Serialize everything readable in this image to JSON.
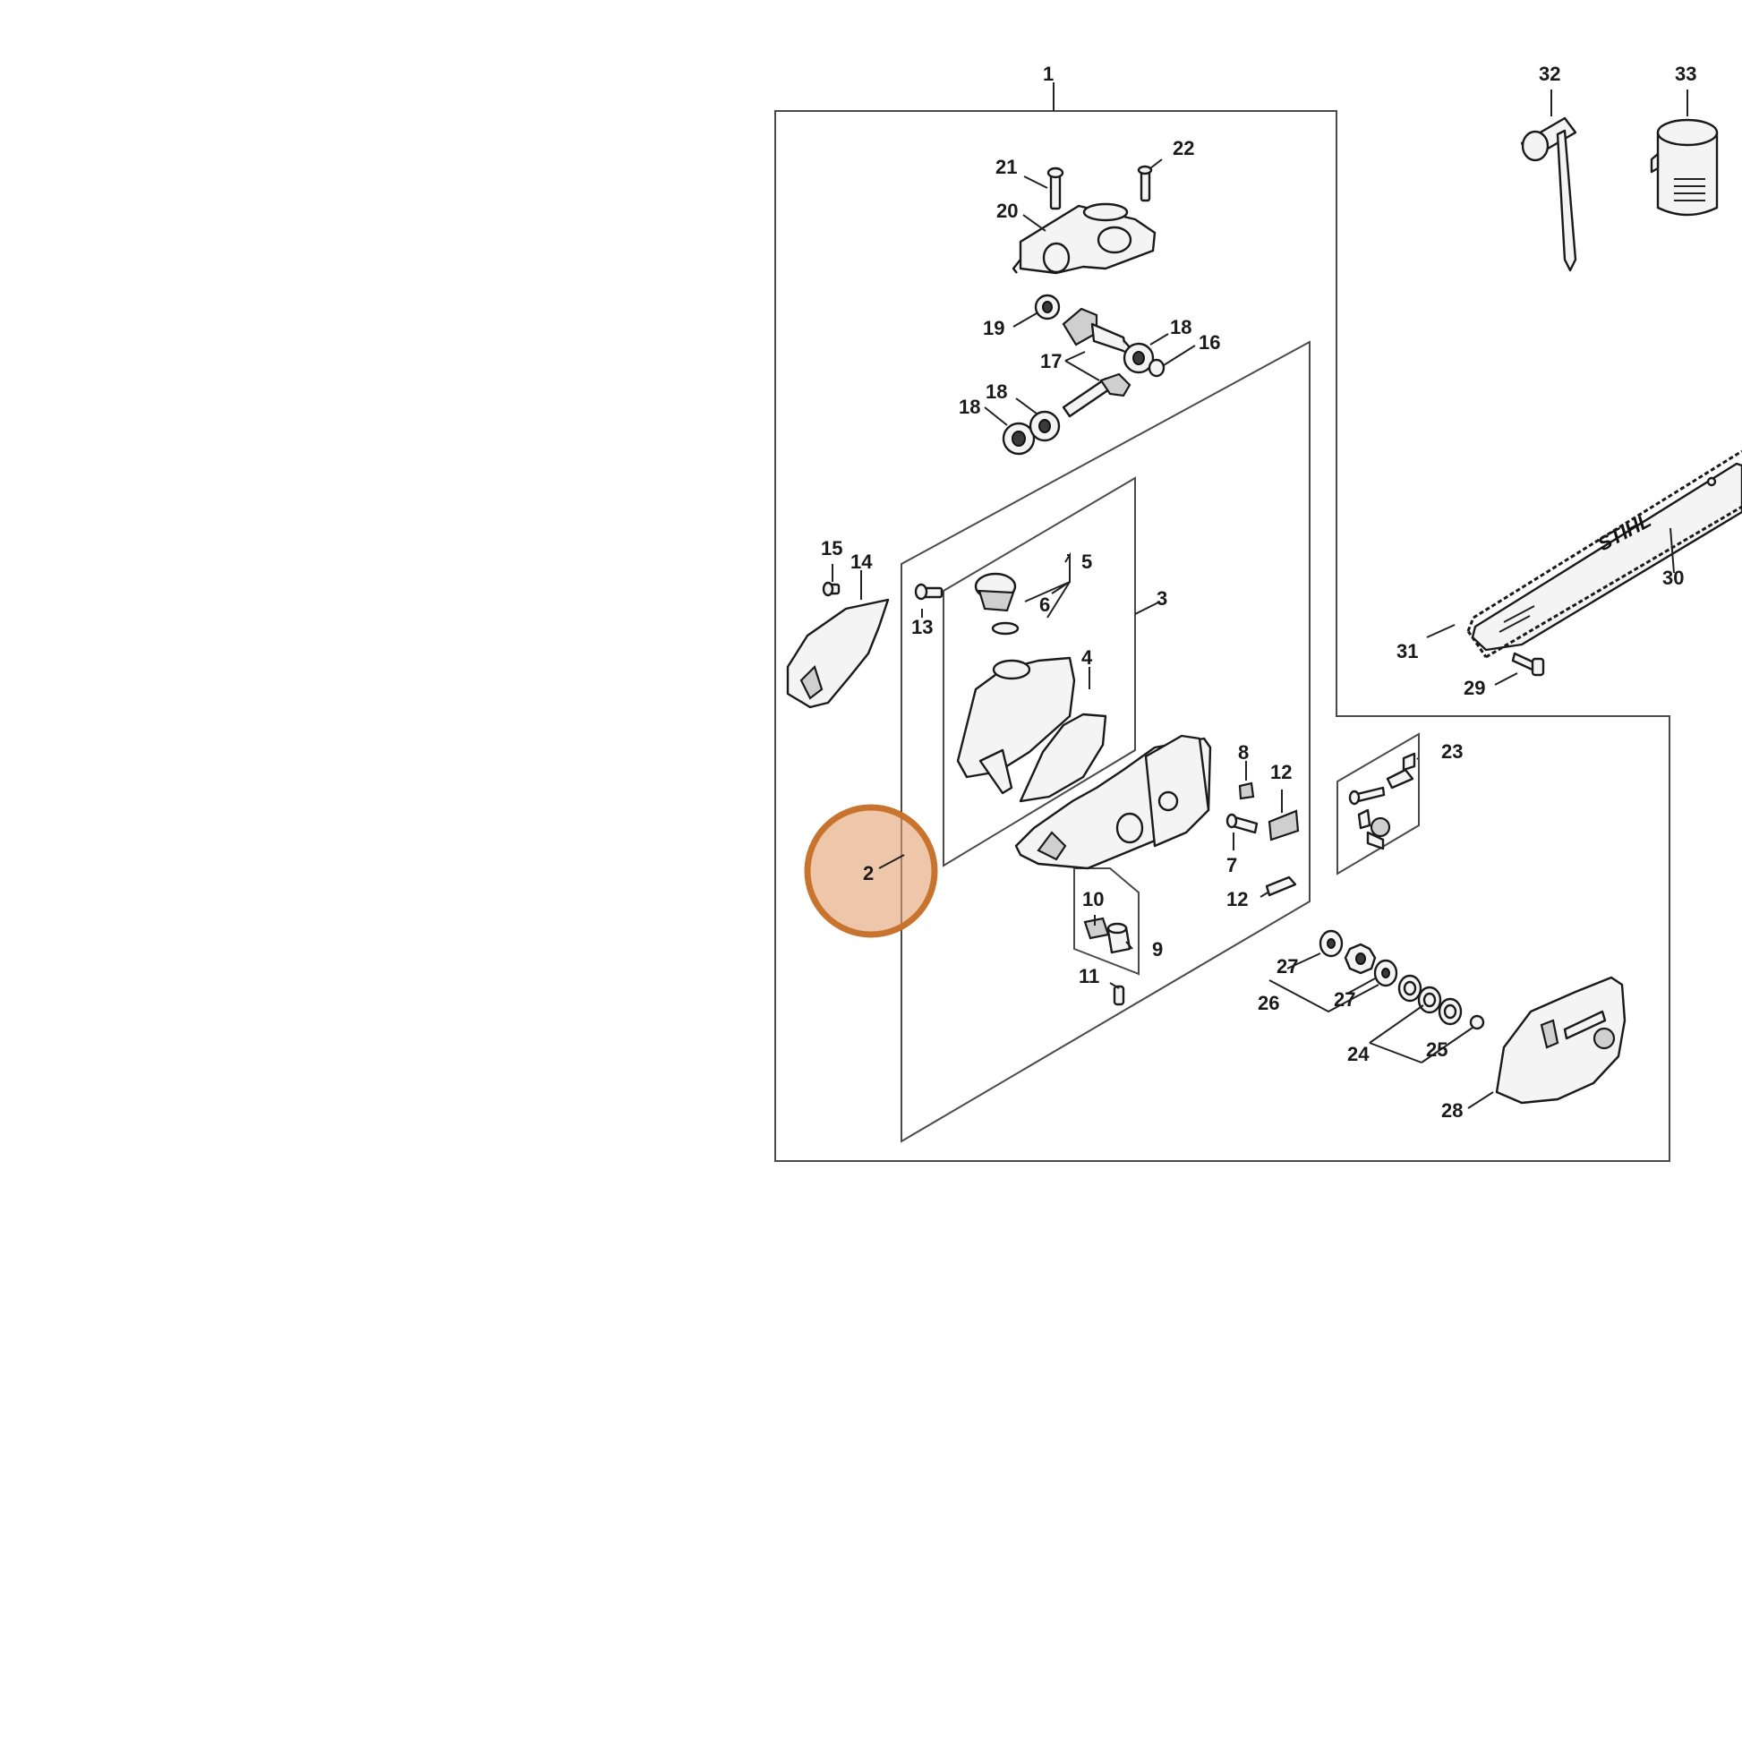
{
  "diagram": {
    "brand_mark": "STIHL",
    "highlight_color": "#c8742e",
    "highlight_fill": "#e2a070",
    "highlighted_callout": "2",
    "callouts": [
      {
        "id": "c1",
        "label": "1"
      },
      {
        "id": "c2",
        "label": "2"
      },
      {
        "id": "c3",
        "label": "3"
      },
      {
        "id": "c4",
        "label": "4"
      },
      {
        "id": "c5",
        "label": "5"
      },
      {
        "id": "c6",
        "label": "6"
      },
      {
        "id": "c7",
        "label": "7"
      },
      {
        "id": "c8",
        "label": "8"
      },
      {
        "id": "c9",
        "label": "9"
      },
      {
        "id": "c10",
        "label": "10"
      },
      {
        "id": "c11",
        "label": "11"
      },
      {
        "id": "c12a",
        "label": "12"
      },
      {
        "id": "c12b",
        "label": "12"
      },
      {
        "id": "c13",
        "label": "13"
      },
      {
        "id": "c14",
        "label": "14"
      },
      {
        "id": "c15",
        "label": "15"
      },
      {
        "id": "c16",
        "label": "16"
      },
      {
        "id": "c17",
        "label": "17"
      },
      {
        "id": "c18a",
        "label": "18"
      },
      {
        "id": "c18b",
        "label": "18"
      },
      {
        "id": "c18c",
        "label": "18"
      },
      {
        "id": "c19",
        "label": "19"
      },
      {
        "id": "c20",
        "label": "20"
      },
      {
        "id": "c21",
        "label": "21"
      },
      {
        "id": "c22",
        "label": "22"
      },
      {
        "id": "c23",
        "label": "23"
      },
      {
        "id": "c24",
        "label": "24"
      },
      {
        "id": "c25",
        "label": "25"
      },
      {
        "id": "c26",
        "label": "26"
      },
      {
        "id": "c27a",
        "label": "27"
      },
      {
        "id": "c27b",
        "label": "27"
      },
      {
        "id": "c28",
        "label": "28"
      },
      {
        "id": "c29",
        "label": "29"
      },
      {
        "id": "c30",
        "label": "30"
      },
      {
        "id": "c31",
        "label": "31"
      },
      {
        "id": "c32",
        "label": "32"
      },
      {
        "id": "c33",
        "label": "33"
      }
    ]
  }
}
